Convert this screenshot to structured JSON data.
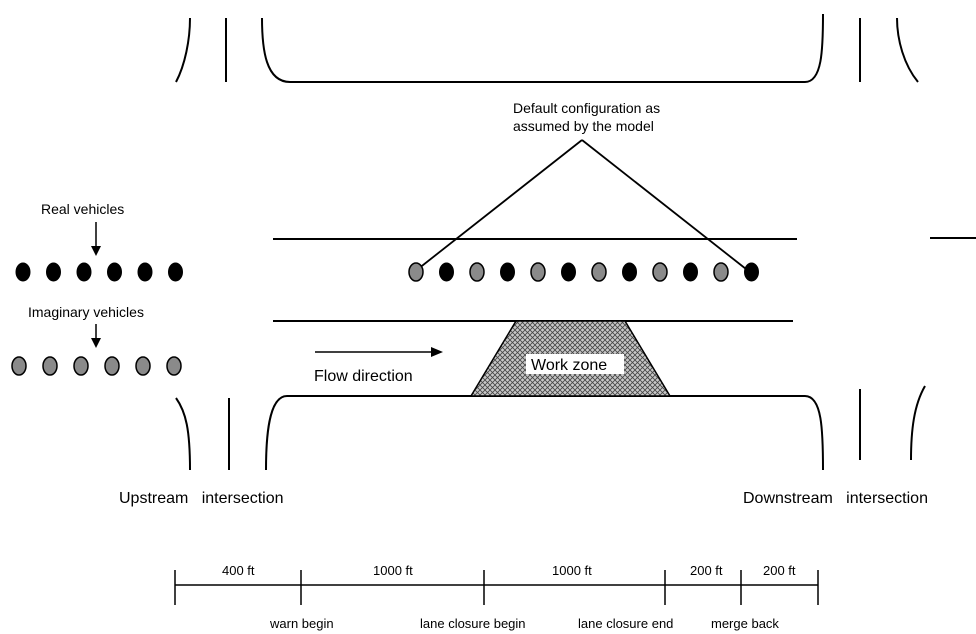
{
  "annotations": {
    "default_config_line1": "Default configuration as",
    "default_config_line2": "assumed by the  model",
    "real_vehicles": "Real vehicles",
    "imaginary_vehicles": "Imaginary vehicles",
    "flow_direction": "Flow  direction",
    "work_zone": "Work  zone",
    "upstream": "Upstream   intersection",
    "downstream": "Downstream   intersection"
  },
  "scale": {
    "segments": [
      "400 ft",
      "1000 ft",
      "1000 ft",
      "200 ft",
      "200 ft"
    ],
    "markers": [
      "warn begin",
      "lane closure begin",
      "lane closure end",
      "merge back"
    ]
  },
  "legend": {
    "real_vehicle_count": 6,
    "imaginary_vehicle_count": 6,
    "real_color": "#000000",
    "imaginary_color": "#8a8a8a"
  },
  "lane_sequence": [
    "imaginary",
    "real",
    "imaginary",
    "real",
    "imaginary",
    "real",
    "imaginary",
    "real",
    "imaginary",
    "real",
    "imaginary",
    "real"
  ]
}
